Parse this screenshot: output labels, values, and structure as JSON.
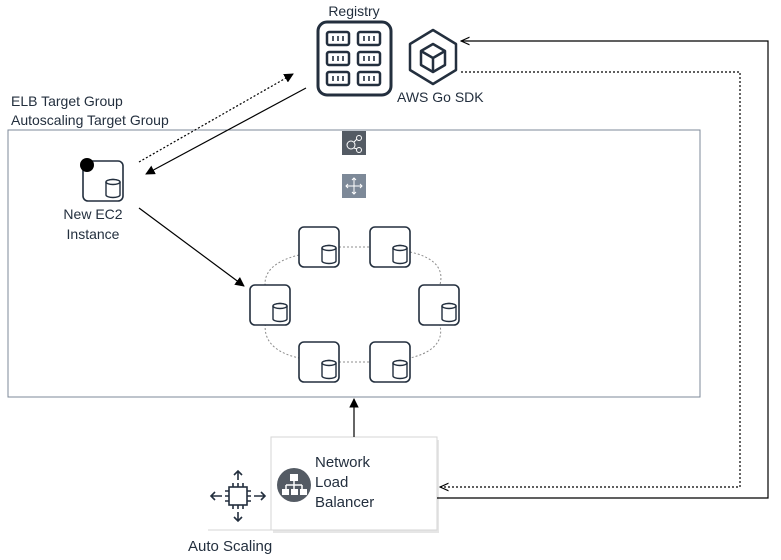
{
  "registry": {
    "label": "Registry"
  },
  "sdk": {
    "label": "AWS Go SDK"
  },
  "target_groups": {
    "line1": "ELB Target Group",
    "line2": "Autoscaling Target Group"
  },
  "new_instance": {
    "line1": "New EC2",
    "line2": "Instance"
  },
  "nlb": {
    "line1": "Network",
    "line2": "Load",
    "line3": "Balancer"
  },
  "autoscaling": {
    "label": "Auto Scaling"
  },
  "colors": {
    "stroke": "#232f3e",
    "frame": "#7d8998",
    "icon_bg": "#545b64",
    "dotted": "#8c8c8c"
  }
}
